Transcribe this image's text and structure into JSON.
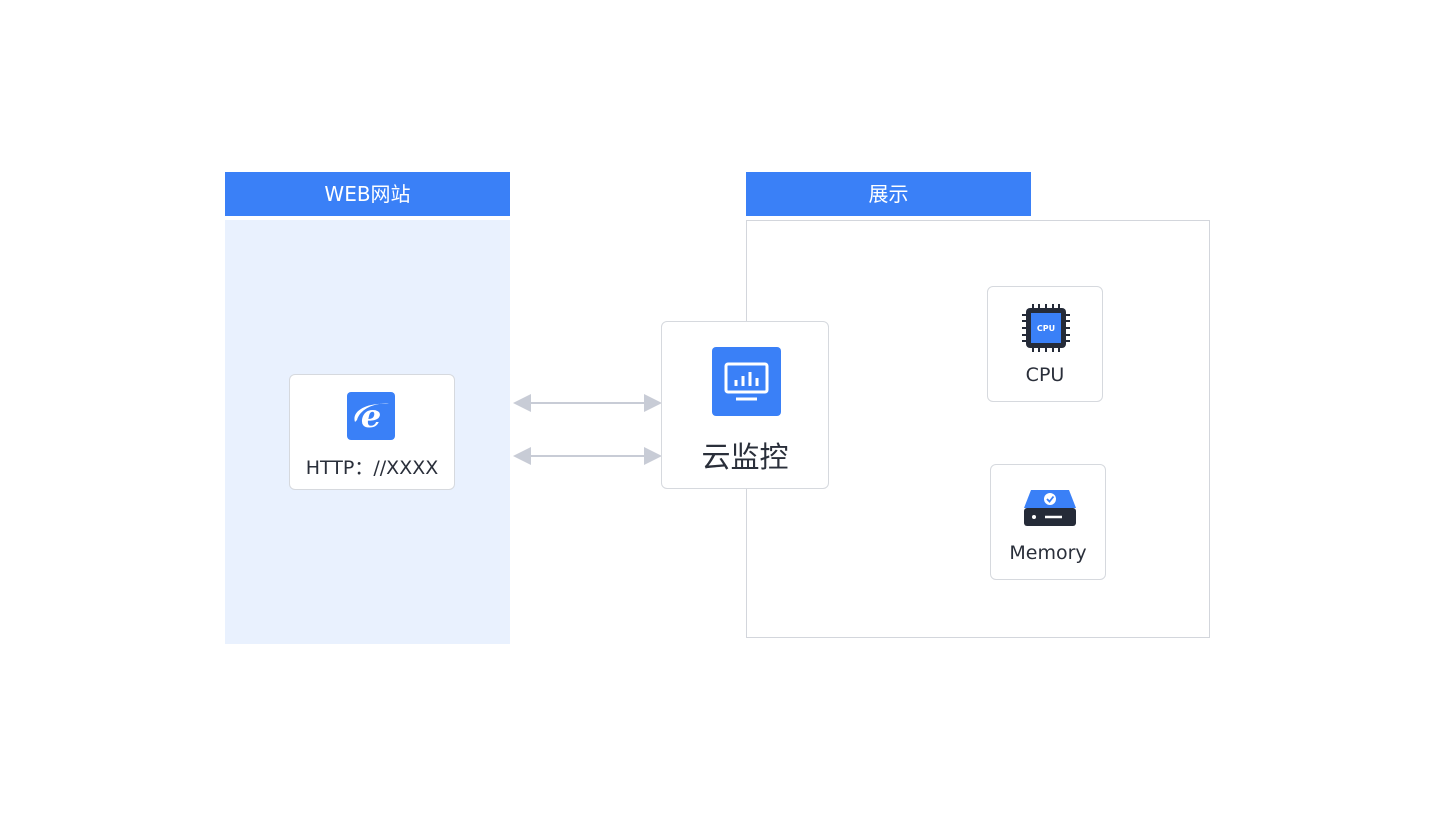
{
  "web_site": {
    "header": "WEB网站",
    "url_label": "HTTP：//XXXX"
  },
  "monitor": {
    "label": "云监控"
  },
  "display": {
    "header": "展示",
    "cpu_label": "CPU",
    "cpu_chip_text": "CPU",
    "memory_label": "Memory"
  },
  "colors": {
    "accent": "#3a80f7",
    "panel_bg": "#e9f1fe",
    "arrow": "#c8ccd6",
    "dark_icon": "#252b38"
  },
  "icons": {
    "browser": "ie-icon",
    "monitor": "monitor-chart-icon",
    "cpu": "cpu-chip-icon",
    "memory": "hard-disk-icon"
  }
}
